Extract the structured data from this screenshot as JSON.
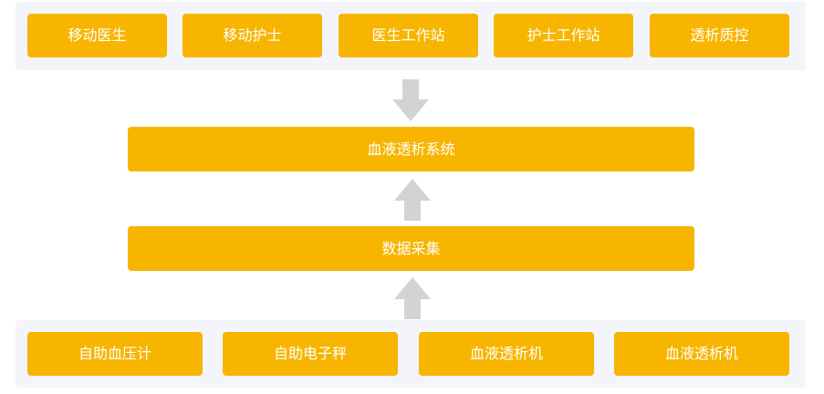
{
  "top_row": {
    "items": [
      {
        "label": "移动医生"
      },
      {
        "label": "移动护士"
      },
      {
        "label": "医生工作站"
      },
      {
        "label": "护士工作站"
      },
      {
        "label": "透析质控"
      }
    ]
  },
  "center": {
    "system_label": "血液透析系统",
    "collection_label": "数据采集"
  },
  "bottom_row": {
    "items": [
      {
        "label": "自助血压计"
      },
      {
        "label": "自助电子秤"
      },
      {
        "label": "血液透析机"
      },
      {
        "label": "血液透析机"
      }
    ]
  },
  "colors": {
    "box_fill": "#f7b500",
    "box_text": "#ffffff",
    "panel_fill": "#f3f5fb",
    "arrow_fill": "#d3d3d3"
  }
}
